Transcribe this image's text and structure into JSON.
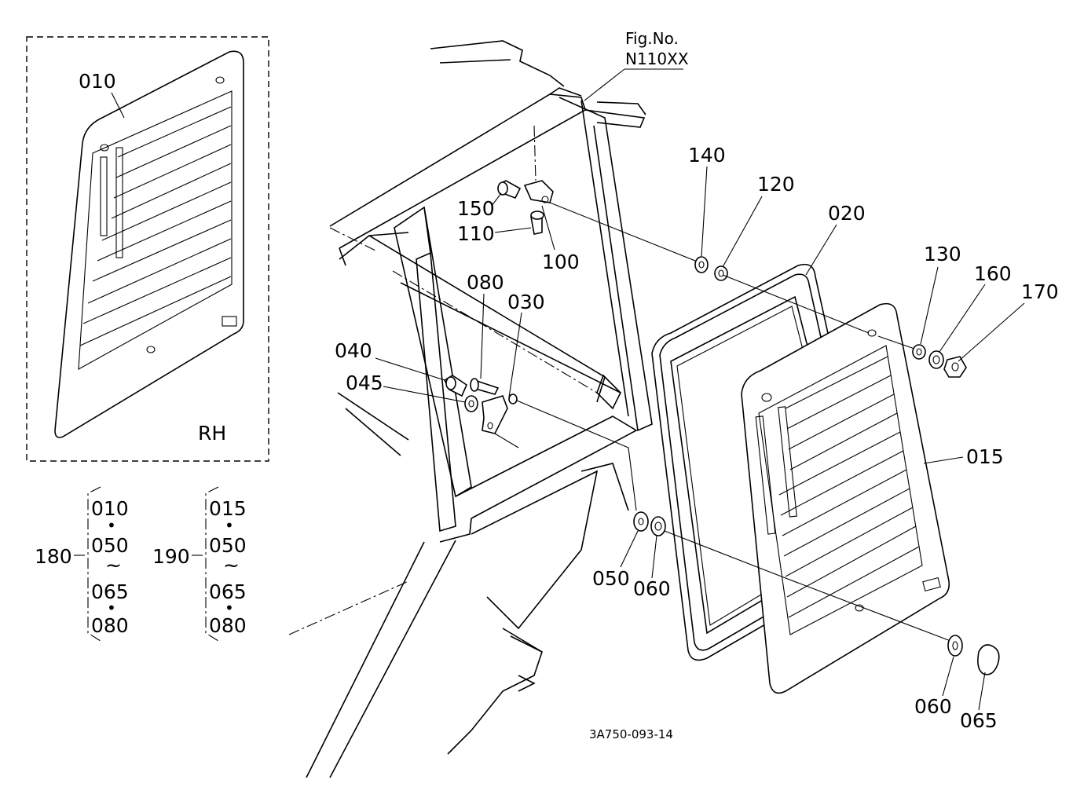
{
  "figure": {
    "fig_no_label": "Fig.No.",
    "fig_no_value": "N110XX",
    "drawing_number": "3A750-093-14"
  },
  "inset": {
    "side_label": "RH",
    "part_label": "010"
  },
  "callouts": [
    {
      "id": "140",
      "text": "140"
    },
    {
      "id": "120",
      "text": "120"
    },
    {
      "id": "020",
      "text": "020"
    },
    {
      "id": "150",
      "text": "150"
    },
    {
      "id": "110",
      "text": "110"
    },
    {
      "id": "100",
      "text": "100"
    },
    {
      "id": "080",
      "text": "080"
    },
    {
      "id": "030",
      "text": "030"
    },
    {
      "id": "040",
      "text": "040"
    },
    {
      "id": "045",
      "text": "045"
    },
    {
      "id": "130",
      "text": "130"
    },
    {
      "id": "160",
      "text": "160"
    },
    {
      "id": "170",
      "text": "170"
    },
    {
      "id": "015",
      "text": "015"
    },
    {
      "id": "050",
      "text": "050"
    },
    {
      "id": "060a",
      "text": "060"
    },
    {
      "id": "060b",
      "text": "060"
    },
    {
      "id": "065",
      "text": "065"
    }
  ],
  "assemblies": [
    {
      "id": "180",
      "items": [
        "010",
        "050",
        "065",
        "080"
      ]
    },
    {
      "id": "190",
      "items": [
        "015",
        "050",
        "065",
        "080"
      ]
    }
  ],
  "glyphs": {
    "dot": "•",
    "tilde": "~"
  }
}
